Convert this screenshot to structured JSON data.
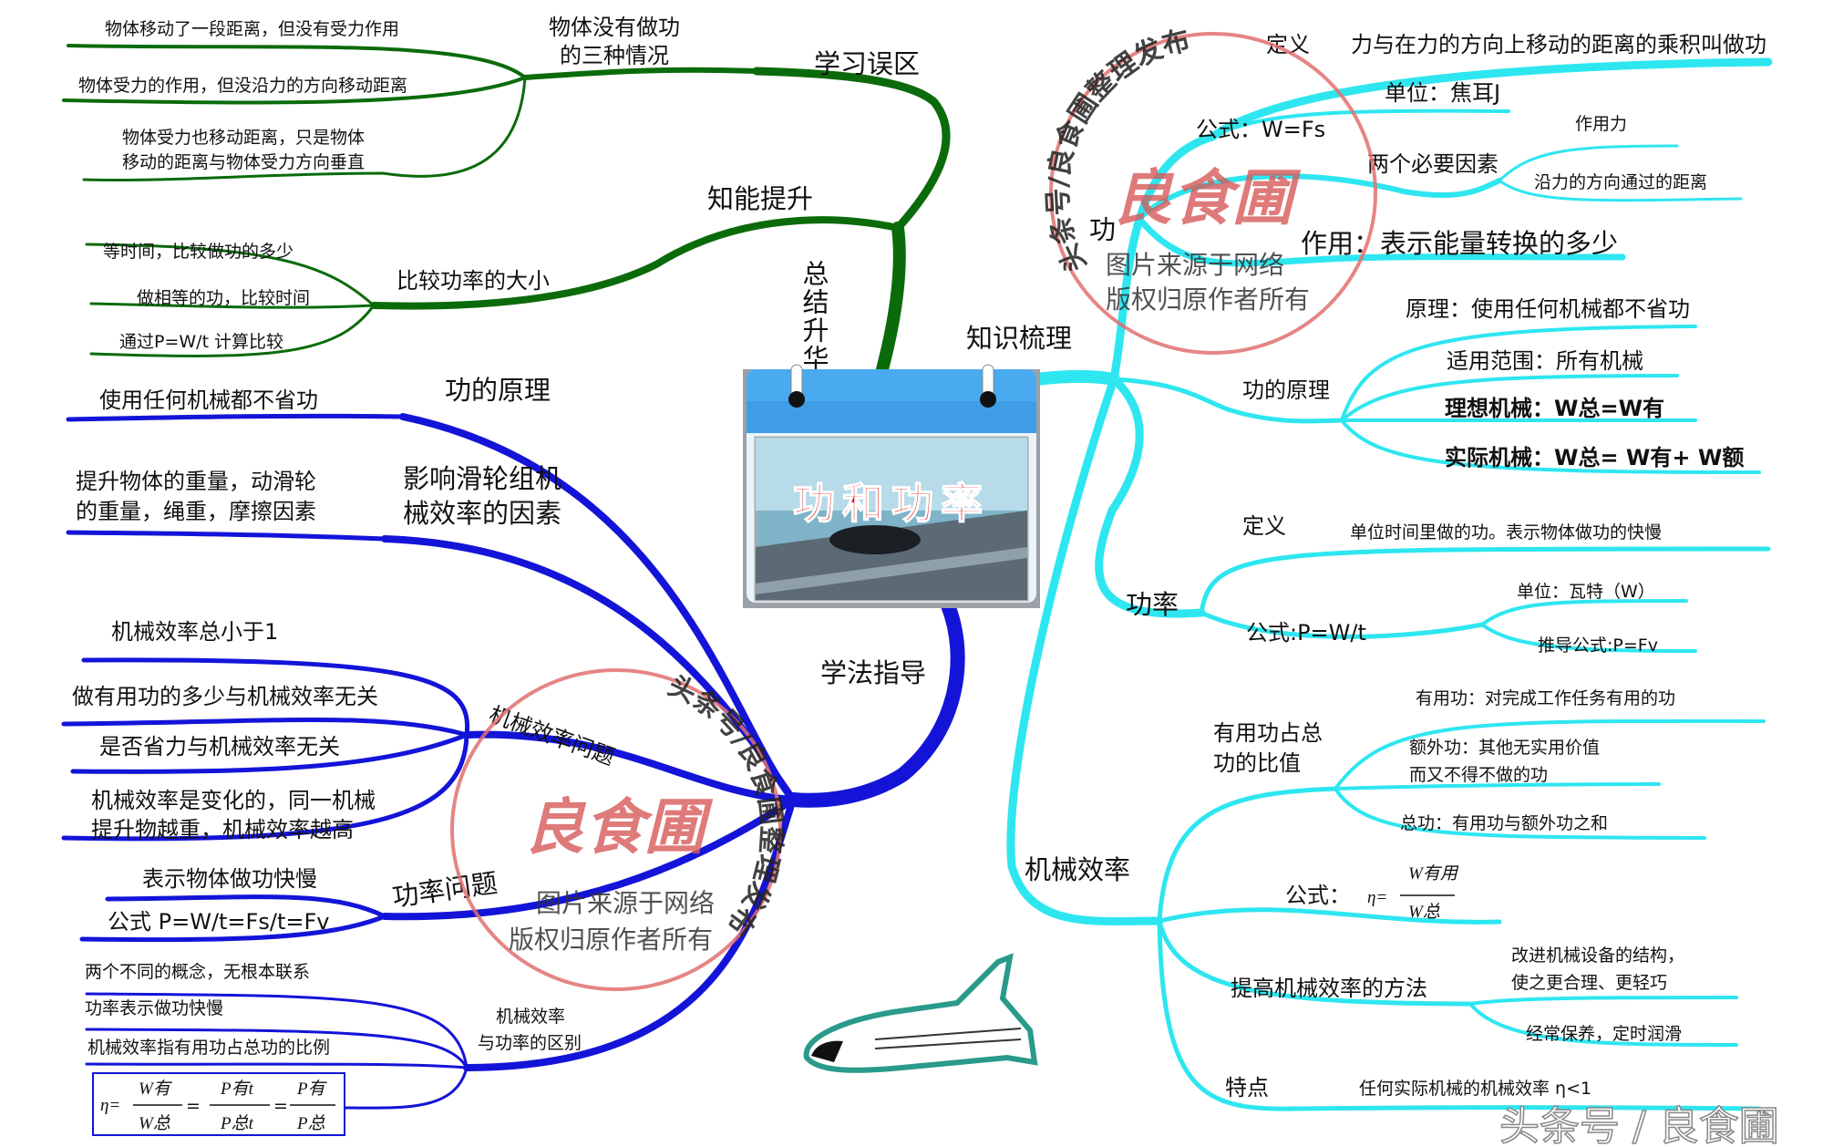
{
  "center": {
    "title": "功和功率"
  },
  "green": {
    "summary": "总结升华",
    "mistakes": "学习误区",
    "no_work": {
      "label_1": "物体没有做功",
      "label_2": "的三种情况",
      "items": [
        "物体移动了一段距离，但没有受力作用",
        "物体受力的作用，但没沿力的方向移动距离",
        "物体受力也移动距离，只是物体",
        "移动的距离与物体受力方向垂直"
      ]
    },
    "improve": "知能提升",
    "compare": {
      "label": "比较功率的大小",
      "items": [
        "等时间，比较做功的多少",
        "做相等的功，比较时间",
        "通过P=W/t 计算比较"
      ]
    }
  },
  "blue": {
    "method": "学法指导",
    "principle": {
      "label": "功的原理",
      "item": "使用任何机械都不省功"
    },
    "pulley": {
      "label_1": "影响滑轮组机",
      "label_2": "械效率的因素",
      "item_1": "提升物体的重量，动滑轮",
      "item_2": "的重量，绳重，摩擦因素"
    },
    "efficiency_issue": {
      "label": "机械效率问题",
      "items": [
        "机械效率总小于1",
        "做有用功的多少与机械效率无关",
        "是否省力与机械效率无关",
        "机械效率是变化的，同一机械",
        "提升物越重，机械效率越高"
      ]
    },
    "power_issue": {
      "label": "功率问题",
      "items": [
        "表示物体做功快慢",
        "公式 P=W/t=Fs/t=Fv"
      ]
    },
    "difference": {
      "label_1": "机械效率",
      "label_2": "与功率的区别",
      "items": [
        "两个不同的概念，无根本联系",
        "功率表示做功快慢",
        "机械效率指有用功占总功的比例"
      ],
      "formula": {
        "eta": "η=",
        "n1": "W有",
        "d1": "W总",
        "n2": "P有t",
        "d2": "P总t",
        "n3": "P有",
        "d3": "P总",
        "eq": "="
      }
    }
  },
  "cyan": {
    "knowledge": "知识梳理",
    "work": {
      "label": "功",
      "definition_label": "定义",
      "definition": "力与在力的方向上移动的距离的乘积叫做功",
      "unit": "单位：焦耳J",
      "formula": "公式：W=Fs",
      "factors": {
        "label": "两个必要因素",
        "items": [
          "作用力",
          "沿力的方向通过的距离"
        ]
      },
      "role": "作用：表示能量转换的多少"
    },
    "principle": {
      "label": "功的原理",
      "items": [
        "原理：使用任何机械都不省功",
        "适用范围：所有机械",
        "理想机械：W总=W有",
        "实际机械：W总= W有+ W额"
      ]
    },
    "power": {
      "label": "功率",
      "definition_label": "定义",
      "definition": "单位时间里做的功。表示物体做功的快慢",
      "formula": "公式:P=W/t",
      "unit": "单位：瓦特（W）",
      "derived": "推导公式:P=Fv"
    },
    "efficiency": {
      "label": "机械效率",
      "ratio": {
        "label_1": "有用功占总",
        "label_2": "功的比值",
        "items": [
          "有用功：对完成工作任务有用的功",
          "额外功：其他无实用价值",
          "而又不得不做的功",
          "总功：有用功与额外功之和"
        ]
      },
      "formula": {
        "label": "公式：",
        "eta": "η=",
        "num": "W有用",
        "den": "W总"
      },
      "methods": {
        "label": "提高机械效率的方法",
        "items": [
          "改进机械设备的结构，",
          "使之更合理、更轻巧",
          "经常保养，定时润滑"
        ]
      },
      "feature": {
        "label": "特点",
        "item": "任何实际机械的机械效率 η<1"
      }
    }
  },
  "watermark": {
    "ring": "头条号/良食圃整理发布",
    "logo": "良食圃",
    "line_1": "图片来源于网络",
    "line_2": "版权归原作者所有",
    "corner": "头条号 / 良食圃"
  },
  "colors": {
    "green": "#0b6b0b",
    "blue": "#1414d8",
    "cyan": "#2ee6f0",
    "title_red": "#e01010",
    "watermark": "#d85a5a"
  }
}
